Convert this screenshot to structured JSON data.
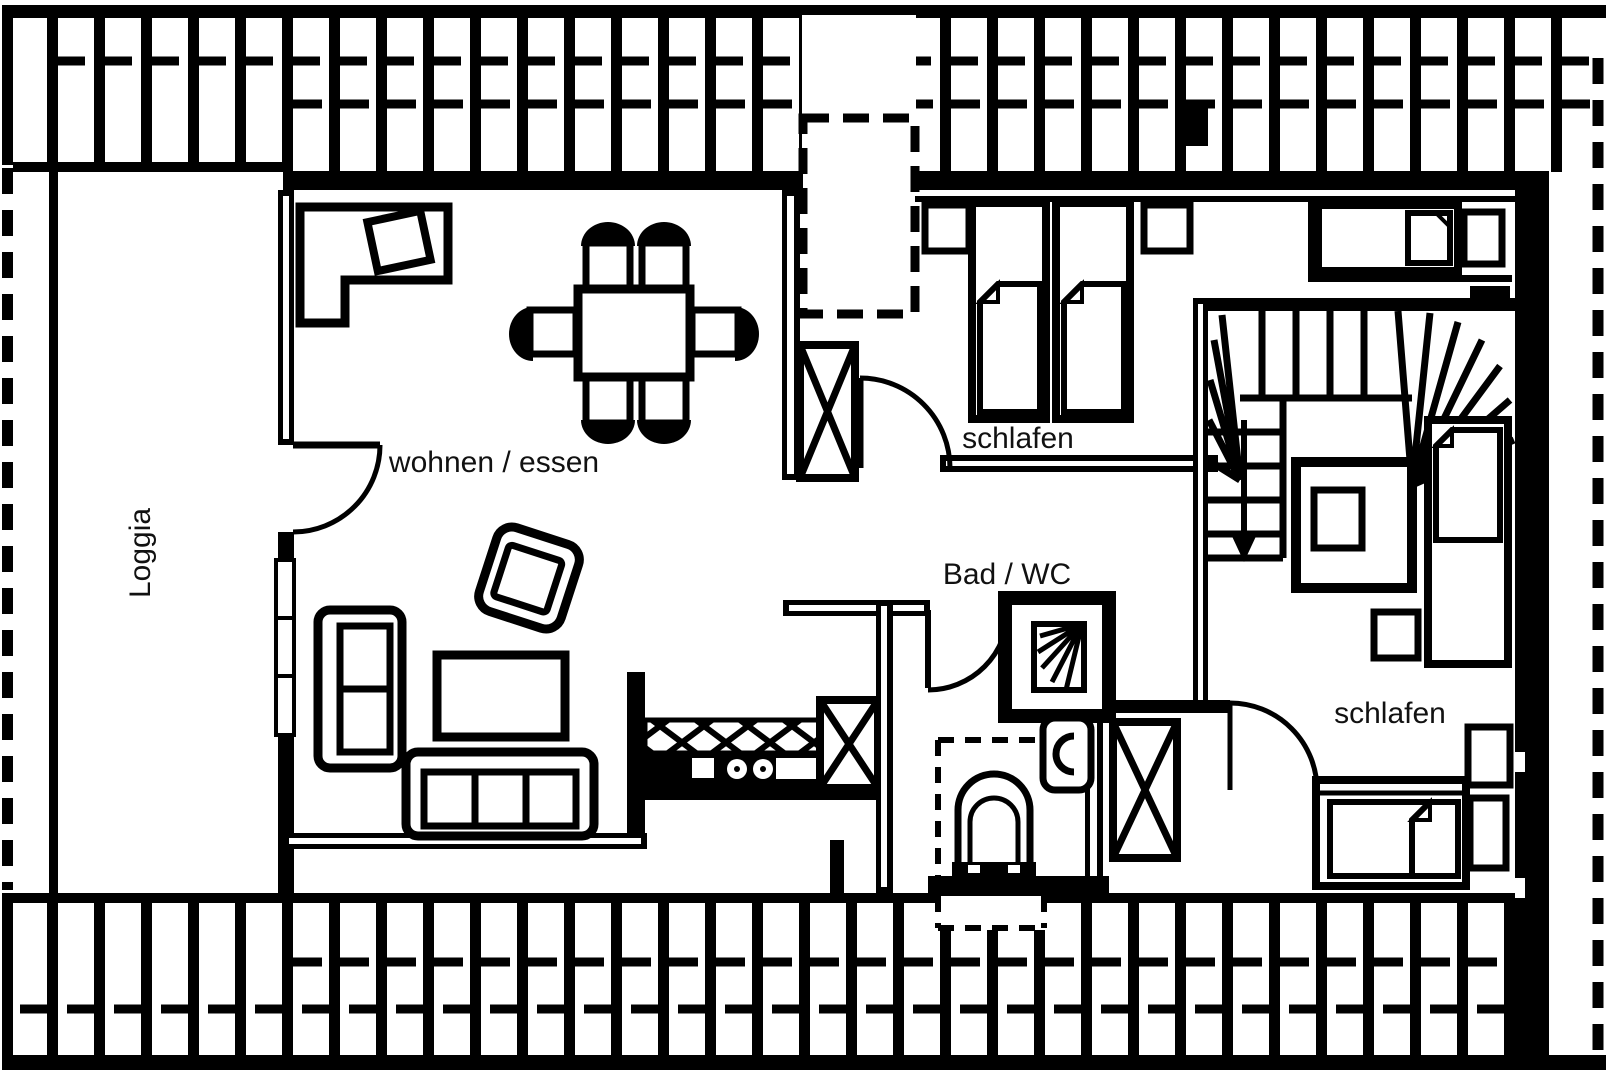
{
  "colors": {
    "ink": "#000000",
    "paper": "#ffffff",
    "label_text": "#111111"
  },
  "rooms": {
    "loggia": {
      "label": "Loggia"
    },
    "living_dining": {
      "label": "wohnen / essen"
    },
    "bedroom_top": {
      "label": "schlafen"
    },
    "bathroom": {
      "label": "Bad / WC"
    },
    "bedroom_right": {
      "label": "schlafen"
    }
  },
  "icons": [
    "roof-batten-hatch-icon",
    "chimney-dashed-icon",
    "service-shaft-x-icon",
    "corner-desk-icon",
    "desk-chair-icon",
    "dining-table-icon",
    "dining-chair-icon",
    "sofa-two-seat-icon",
    "sofa-three-seat-icon",
    "coffee-table-icon",
    "armchair-icon",
    "kitchen-counter-icon",
    "kitchen-sink-icon",
    "stove-burners-icon",
    "single-bed-icon",
    "nightstand-icon",
    "winder-stairs-icon",
    "stairs-down-arrow-icon",
    "shower-icon",
    "washbasin-icon",
    "toilet-icon",
    "door-swing-icon",
    "window-icon"
  ]
}
